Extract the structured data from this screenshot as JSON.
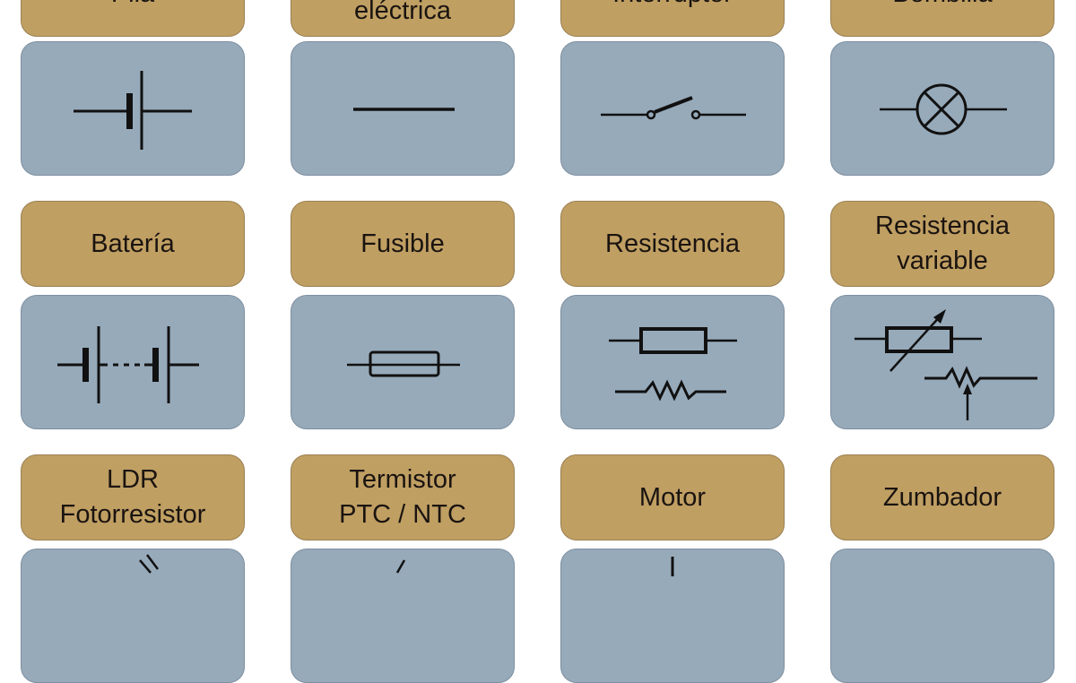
{
  "colors": {
    "label_bg": "#c09f63",
    "symbol_bg": "#97aaba",
    "line": "#111111"
  },
  "rows": [
    {
      "items": [
        {
          "label": "Pila",
          "symbol": "cell-symbol"
        },
        {
          "label": "eléctrica",
          "symbol": "wire-symbol"
        },
        {
          "label": "Interruptor",
          "symbol": "switch-symbol"
        },
        {
          "label": "Bombilla",
          "symbol": "lamp-symbol"
        }
      ]
    },
    {
      "items": [
        {
          "label": "Batería",
          "symbol": "battery-symbol"
        },
        {
          "label": "Fusible",
          "symbol": "fuse-symbol"
        },
        {
          "label": "Resistencia",
          "symbol": "resistor-symbol"
        },
        {
          "label": "Resistencia variable",
          "symbol": "variable-resistor-symbol"
        }
      ]
    },
    {
      "items": [
        {
          "label": "LDR Fotorresistor",
          "symbol": "ldr-symbol"
        },
        {
          "label": "Termistor PTC / NTC",
          "symbol": "thermistor-symbol"
        },
        {
          "label": "Motor",
          "symbol": "motor-symbol"
        },
        {
          "label": "Zumbador",
          "symbol": "buzzer-symbol"
        }
      ]
    }
  ]
}
